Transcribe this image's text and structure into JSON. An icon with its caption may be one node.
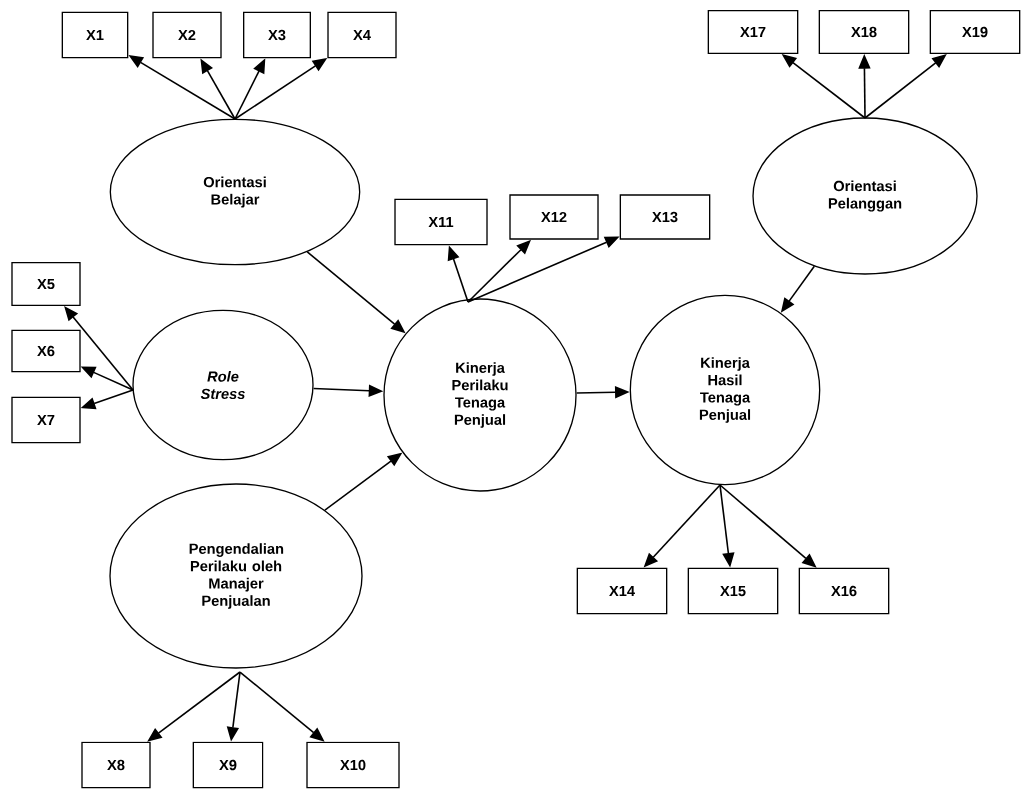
{
  "diagram": {
    "nodes": [
      {
        "text": [
          "X1"
        ]
      },
      {
        "text": [
          "X2"
        ]
      },
      {
        "text": [
          "X3"
        ]
      },
      {
        "text": [
          "X4"
        ]
      },
      {
        "text": [
          "X17"
        ]
      },
      {
        "text": [
          "X18"
        ]
      },
      {
        "text": [
          "X19"
        ]
      },
      {
        "text": [
          "Orientasi Belajar"
        ]
      },
      {
        "text": [
          "Orientasi Pelanggan"
        ]
      },
      {
        "text": [
          "X11"
        ]
      },
      {
        "text": [
          "X12"
        ]
      },
      {
        "text": [
          "X13"
        ]
      },
      {
        "text": [
          "X5"
        ]
      },
      {
        "text": [
          "Role Stress"
        ]
      },
      {
        "text": [
          "Kinerja Perilaku Tenaga Penjual"
        ]
      },
      {
        "text": [
          "Kinerja Hasil Tenaga Penjual"
        ]
      },
      {
        "text": [
          "X6"
        ]
      },
      {
        "text": [
          "X7"
        ]
      },
      {
        "text": [
          "Pengendalian Perilaku oleh Manajer Penjualan"
        ]
      },
      {
        "text": [
          "X14"
        ]
      },
      {
        "text": [
          "X15"
        ]
      },
      {
        "text": [
          "X16"
        ]
      },
      {
        "text": [
          "X8"
        ]
      },
      {
        "text": [
          "X9"
        ]
      },
      {
        "text": [
          "X10"
        ]
      }
    ],
    "edges": [
      {
        "from": 7,
        "to": 0,
        "arrow": "to"
      },
      {
        "from": 7,
        "to": 1,
        "arrow": "to"
      },
      {
        "from": 7,
        "to": 2,
        "arrow": "to"
      },
      {
        "from": 7,
        "to": 3,
        "arrow": "to"
      },
      {
        "from": 8,
        "to": 4,
        "arrow": "to"
      },
      {
        "from": 8,
        "to": 5,
        "arrow": "to"
      },
      {
        "from": 8,
        "to": 6,
        "arrow": "to"
      },
      {
        "from": 14,
        "to": 9,
        "arrow": "to"
      },
      {
        "from": 14,
        "to": 10,
        "arrow": "to"
      },
      {
        "from": 14,
        "to": 11,
        "arrow": "to"
      },
      {
        "from": 13,
        "to": 12,
        "arrow": "to"
      },
      {
        "from": 13,
        "to": 16,
        "arrow": "to"
      },
      {
        "from": 13,
        "to": 17,
        "arrow": "to"
      },
      {
        "from": 7,
        "to": 14,
        "arrow": "to"
      },
      {
        "from": 13,
        "to": 14,
        "arrow": "to"
      },
      {
        "from": 18,
        "to": 14,
        "arrow": "to"
      },
      {
        "from": 14,
        "to": 15,
        "arrow": "to"
      },
      {
        "from": 8,
        "to": 15,
        "arrow": "to"
      },
      {
        "from": 15,
        "to": 19,
        "arrow": "to"
      },
      {
        "from": 15,
        "to": 20,
        "arrow": "to"
      },
      {
        "from": 15,
        "to": 21,
        "arrow": "to"
      },
      {
        "from": 18,
        "to": 22,
        "arrow": "to"
      },
      {
        "from": 18,
        "to": 23,
        "arrow": "to"
      },
      {
        "from": 18,
        "to": 24,
        "arrow": "to"
      }
    ]
  }
}
